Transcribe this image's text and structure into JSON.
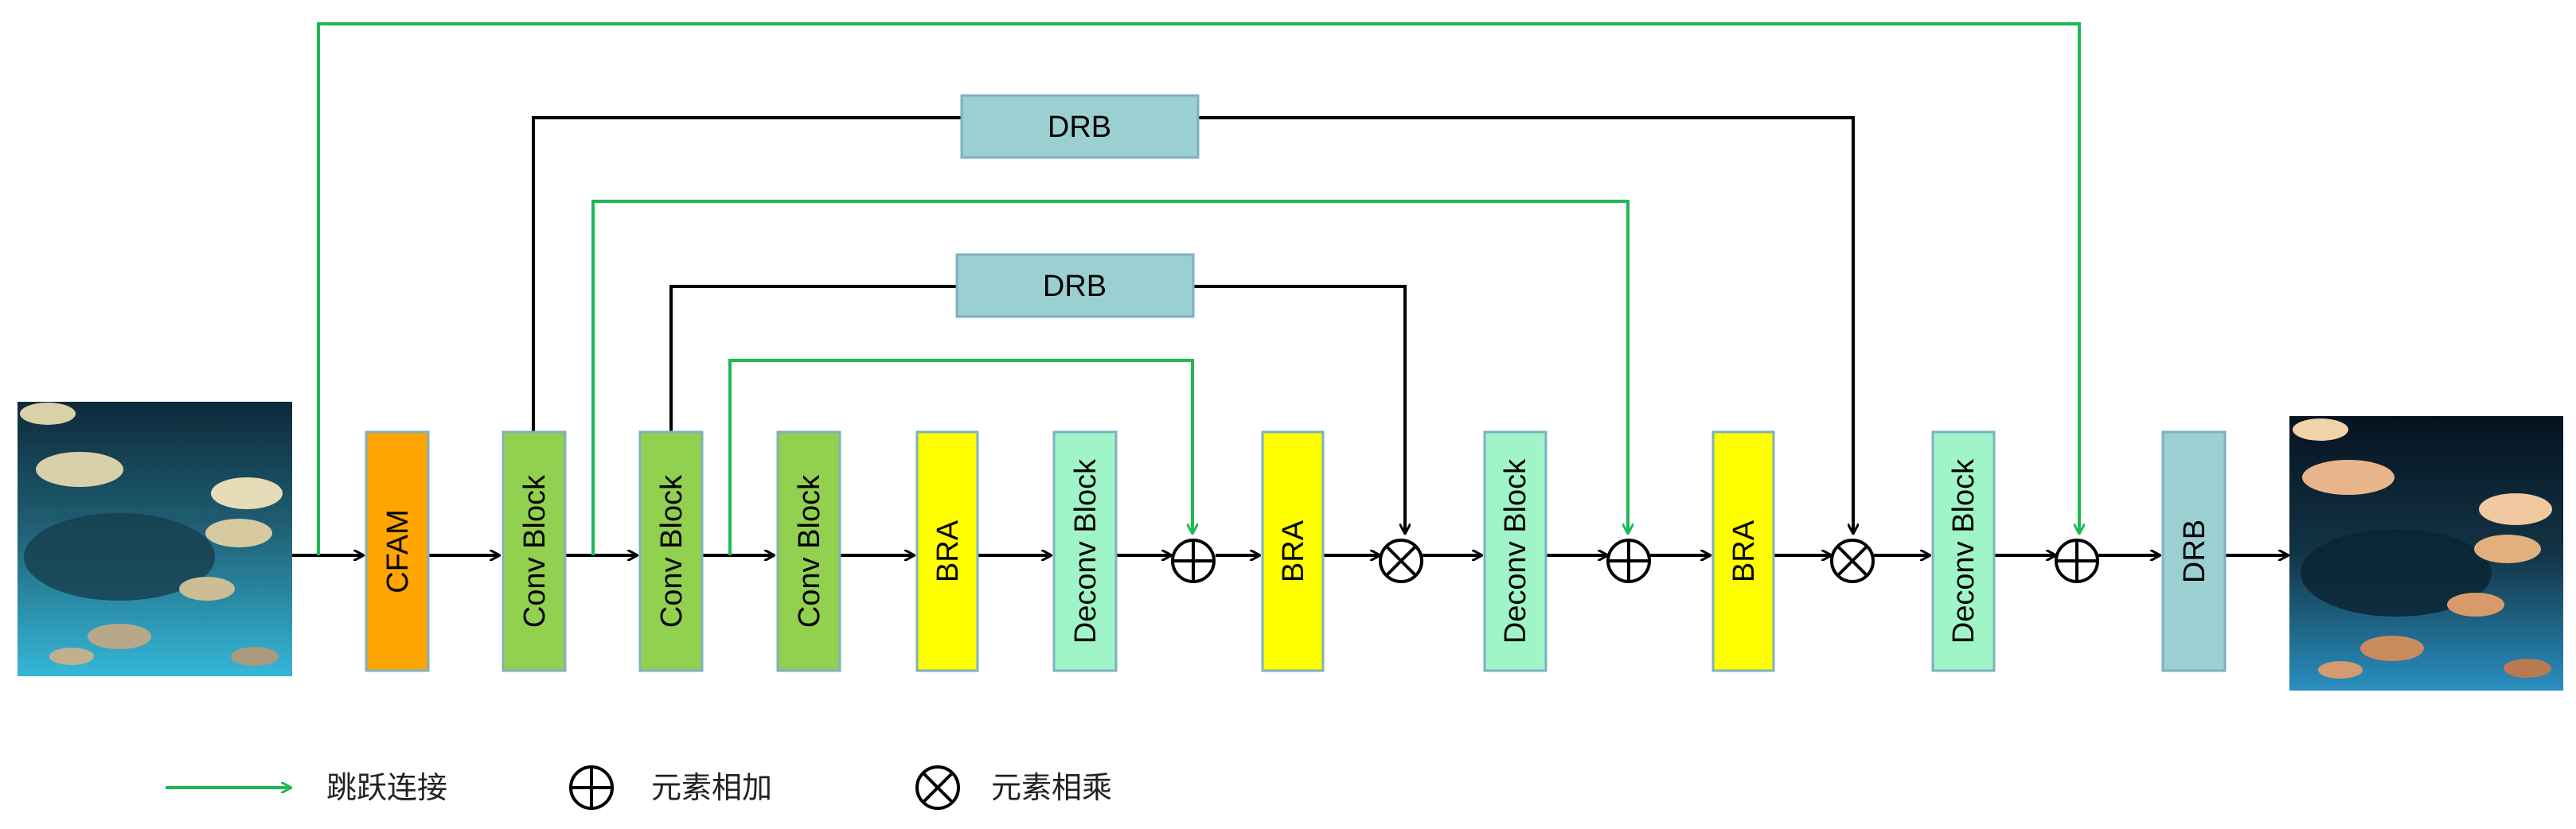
{
  "blocks": {
    "cfam": "CFAM",
    "conv1": "Conv Block",
    "conv2": "Conv Block",
    "conv3": "Conv Block",
    "bra1": "BRA",
    "deconv1": "Deconv Block",
    "bra2": "BRA",
    "deconv2": "Deconv Block",
    "bra3": "BRA",
    "deconv3": "Deconv Block",
    "drb_out": "DRB",
    "drb_top": "DRB",
    "drb_mid": "DRB"
  },
  "legend": {
    "skip_label": "跳跃连接",
    "add_label": "元素相加",
    "mul_label": "元素相乘"
  },
  "colors": {
    "cfam": "#FFA500",
    "conv": "#92D050",
    "bra": "#FFFF00",
    "deconv": "#9FF5C8",
    "drb": "#9BD0D3",
    "block_border": "#7FB0C0",
    "skip": "#1DB954",
    "arrow": "#000000"
  }
}
